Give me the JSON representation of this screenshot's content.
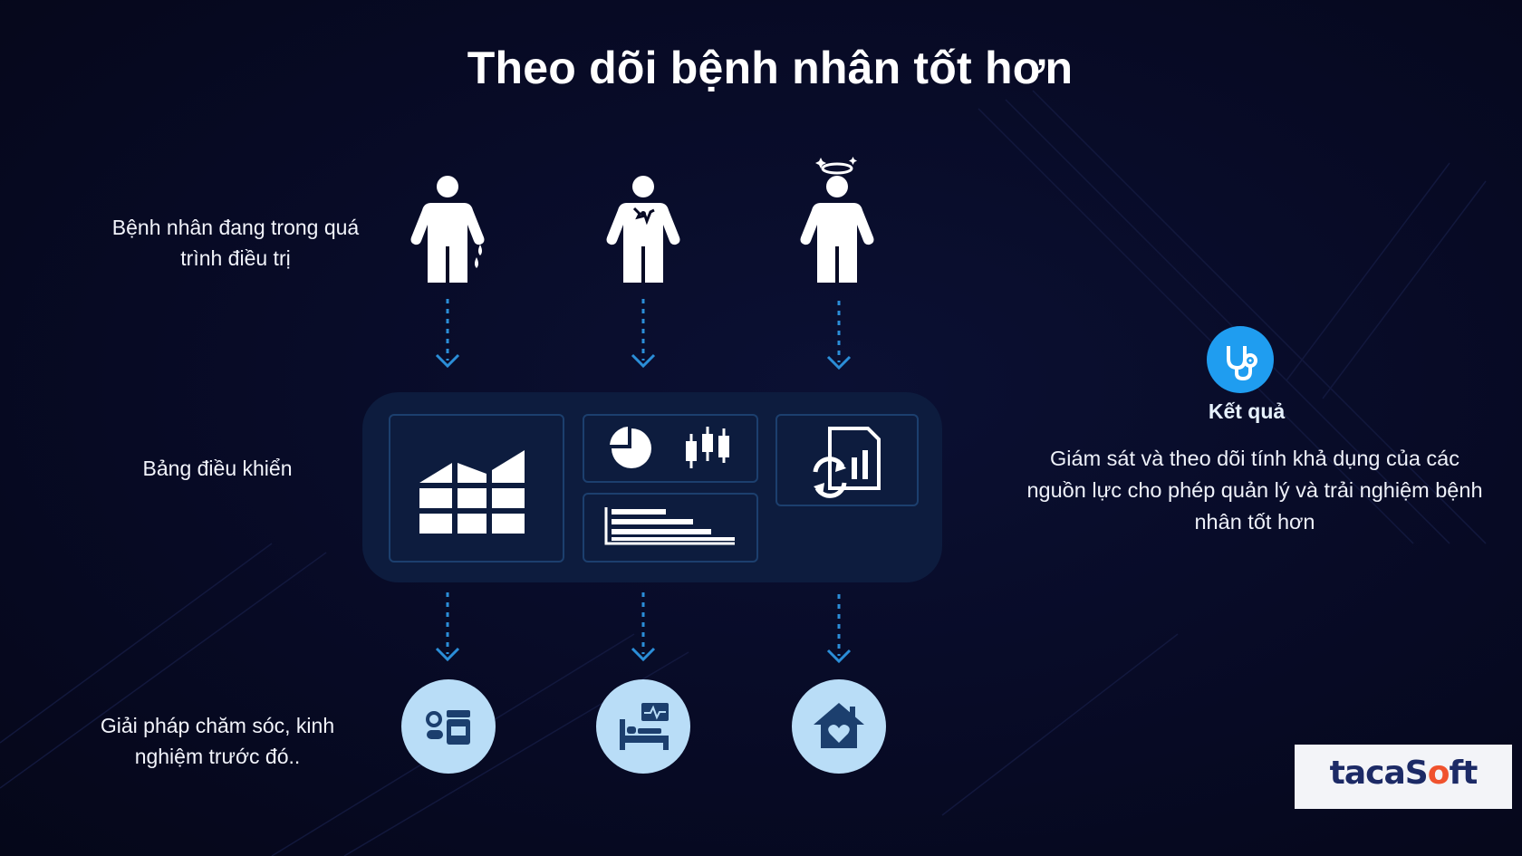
{
  "title": "Theo dõi bệnh nhân tốt hơn",
  "rows": {
    "patients": {
      "label": "Bệnh nhân đang trong quá trình điều trị"
    },
    "dashboard": {
      "label": "Bảng điều khiển"
    },
    "care": {
      "label": "Giải pháp chăm sóc, kinh nghiệm trước đó.."
    }
  },
  "patients": [
    {
      "icon": "person-bleeding-icon"
    },
    {
      "icon": "person-chest-pain-icon"
    },
    {
      "icon": "person-dizzy-icon"
    }
  ],
  "dashboard_tiles": [
    {
      "icon": "grid-bar-chart-icon"
    },
    {
      "icon": "pie-candlestick-chart-icon"
    },
    {
      "icon": "horizontal-bar-chart-icon"
    },
    {
      "icon": "report-refresh-icon"
    }
  ],
  "care_solutions": [
    {
      "icon": "medication-icon"
    },
    {
      "icon": "hospital-bed-monitor-icon"
    },
    {
      "icon": "home-heart-icon"
    }
  ],
  "result": {
    "icon": "stethoscope-icon",
    "label": "Kết quả",
    "text": "Giám sát và theo dõi tính khả dụng của các nguồn lực cho phép quản lý và trải nghiệm bệnh nhân tốt hơn"
  },
  "logo": {
    "text": "tacaSoft"
  },
  "colors": {
    "background": "#070a24",
    "accent": "#1f9df0",
    "arrow": "#2b8ed8",
    "panel": "#0d1c3e",
    "circle": "#b9ddf7",
    "icon_dark": "#1c3f6e",
    "logo_text": "#1c2a66",
    "logo_o": "#f0522e"
  }
}
